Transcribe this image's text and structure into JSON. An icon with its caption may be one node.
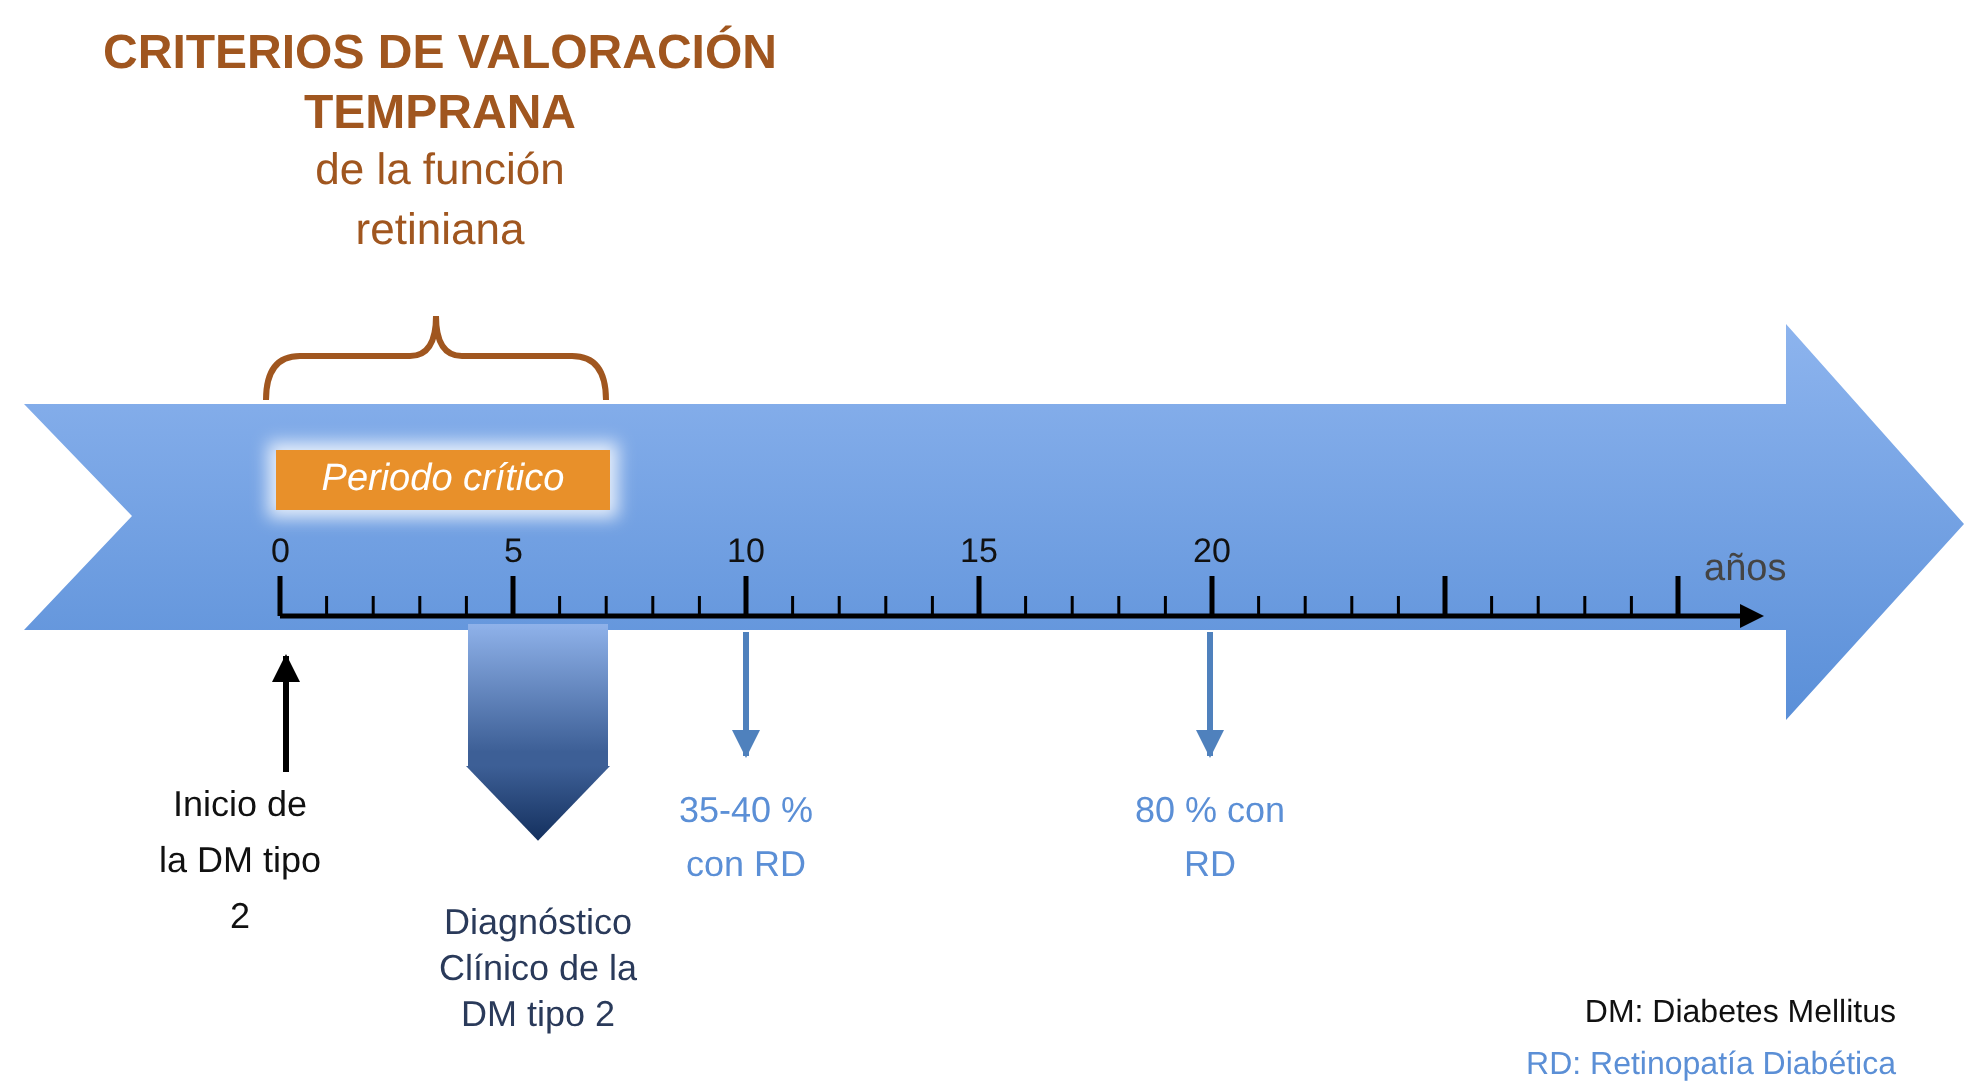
{
  "diagram": {
    "nodes": [
      {
        "text": [
          "Periodo crítico"
        ]
      },
      {
        "text": [
          "Inicio de la DM tipo 2"
        ]
      },
      {
        "text": [
          "Diagnóstico Clínico de la DM tipo 2"
        ]
      },
      {
        "text": [
          "35-40 % con RD"
        ]
      },
      {
        "text": [
          "80 % con RD"
        ]
      }
    ],
    "edges": [
      {
        "from": 1,
        "to": null,
        "arrow": "to",
        "color": "#000000"
      },
      {
        "from": null,
        "to": 2,
        "arrow": "to",
        "style": "thick",
        "color": "#2c4a7a"
      },
      {
        "from": null,
        "to": 3,
        "arrow": "to"
      },
      {
        "from": null,
        "to": 4,
        "arrow": "to"
      }
    ],
    "labels": [
      "CRITERIOS DE VALORACIÓN TEMPRANA",
      "de la función retiniana",
      "0",
      "5",
      "10",
      "15",
      "20",
      "años",
      "DM: Diabetes Mellitus",
      "RD: Retinopatía Diabética"
    ]
  }
}
